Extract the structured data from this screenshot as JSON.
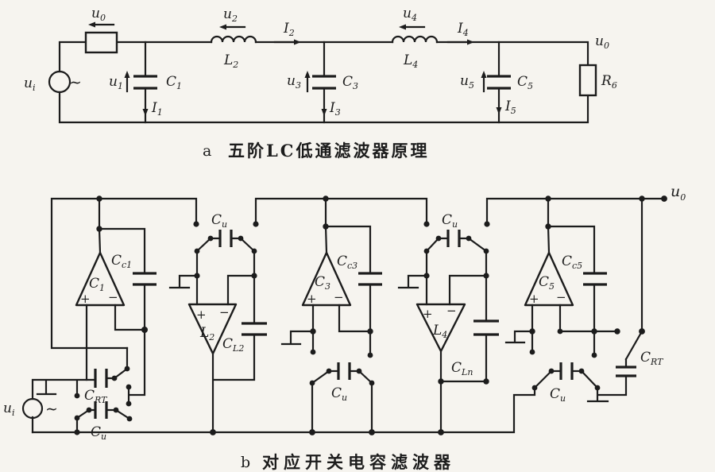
{
  "colors": {
    "paper": "#f6f4ef",
    "ink": "#1c1c1c"
  },
  "circuit_a": {
    "caption_tag": "a",
    "caption": "五阶LC低通滤波器原理",
    "labels": {
      "ui": {
        "b": "u",
        "s": "i"
      },
      "u0_top": {
        "b": "u",
        "s": "0"
      },
      "u1": {
        "b": "u",
        "s": "1"
      },
      "C1": {
        "b": "C",
        "s": "1"
      },
      "I1": {
        "b": "I",
        "s": "1"
      },
      "u2": {
        "b": "u",
        "s": "2"
      },
      "L2": {
        "b": "L",
        "s": "2"
      },
      "I2": {
        "b": "I",
        "s": "2"
      },
      "u3": {
        "b": "u",
        "s": "3"
      },
      "C3": {
        "b": "C",
        "s": "3"
      },
      "I3": {
        "b": "I",
        "s": "3"
      },
      "u4": {
        "b": "u",
        "s": "4"
      },
      "L4": {
        "b": "L",
        "s": "4"
      },
      "I4": {
        "b": "I",
        "s": "4"
      },
      "u5": {
        "b": "u",
        "s": "5"
      },
      "C5": {
        "b": "C",
        "s": "5"
      },
      "I5": {
        "b": "I",
        "s": "5"
      },
      "u0_out": {
        "b": "u",
        "s": "0"
      },
      "R6": {
        "b": "R",
        "s": "6"
      },
      "tilde": "∼"
    }
  },
  "circuit_b": {
    "caption_tag": "b",
    "caption": "对应开关电容滤波器",
    "labels": {
      "ui": {
        "b": "u",
        "s": "i"
      },
      "u0": {
        "b": "u",
        "s": "0"
      },
      "C1": {
        "b": "C",
        "s": "1"
      },
      "Cc1": {
        "b": "C",
        "s": "c1"
      },
      "L2": {
        "b": "L",
        "s": "2"
      },
      "CL2": {
        "b": "C",
        "s": "L2"
      },
      "C3": {
        "b": "C",
        "s": "3"
      },
      "Cc3": {
        "b": "C",
        "s": "c3"
      },
      "L4": {
        "b": "L",
        "s": "4"
      },
      "CLn": {
        "b": "C",
        "s": "Ln"
      },
      "C5": {
        "b": "C",
        "s": "5"
      },
      "Cc5": {
        "b": "C",
        "s": "c5"
      },
      "Cu": {
        "b": "C",
        "s": "u"
      },
      "CRT": {
        "b": "C",
        "s": "RT"
      },
      "plus": "+",
      "minus": "−",
      "tilde": "∼"
    }
  }
}
